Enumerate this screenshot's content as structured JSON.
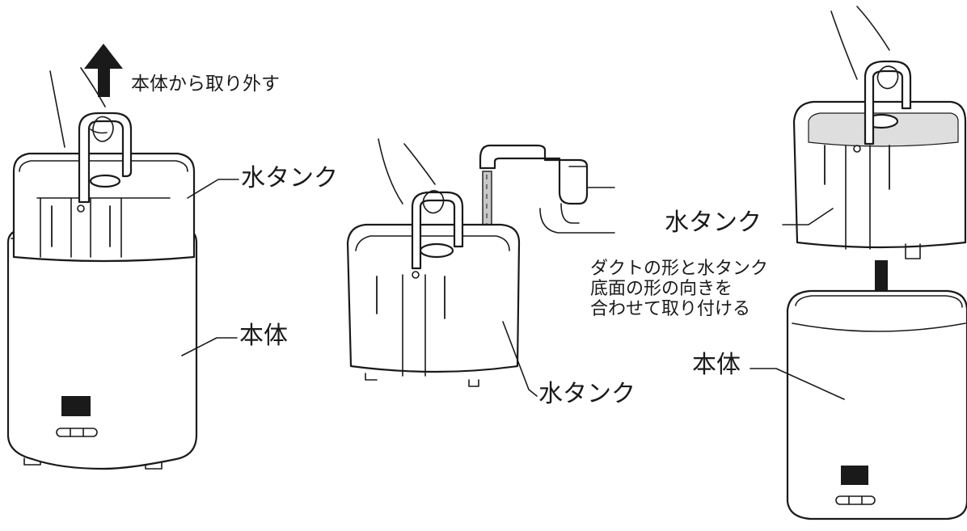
{
  "steps": [
    {
      "remove_text": "本体から取り外す",
      "tank_label": "水タンク",
      "body_label": "本体"
    },
    {
      "tank_label": "水タンク"
    },
    {
      "tank_label": "水タンク",
      "instruction": "ダクトの形と水タンク\n底面の形の向きを\n合わせて取り付ける",
      "body_label": "本体"
    }
  ]
}
